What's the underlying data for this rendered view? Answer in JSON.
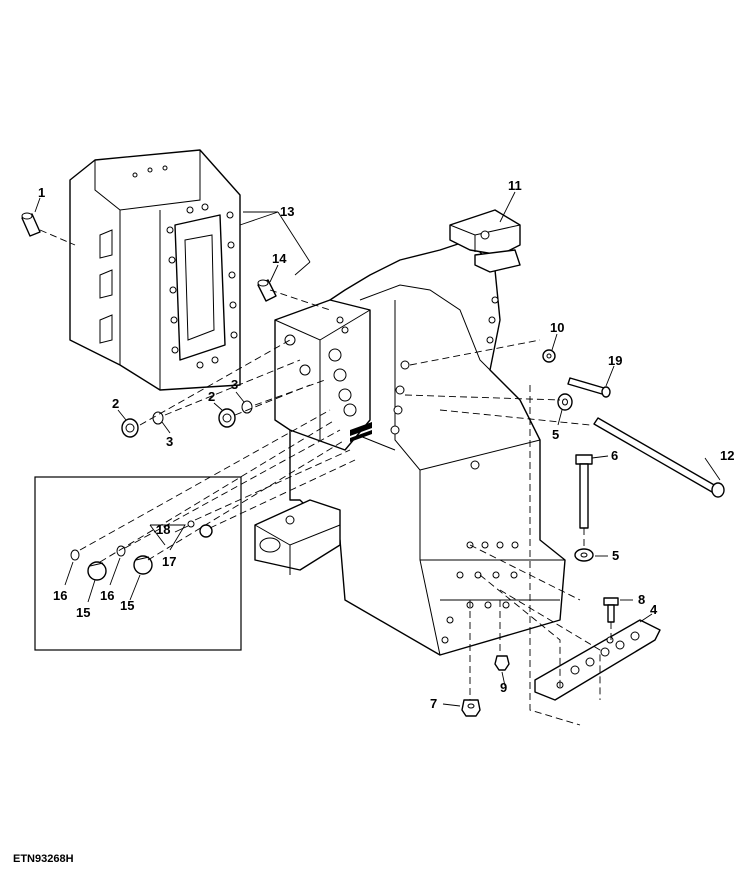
{
  "figure_id": "ETN93268H",
  "callouts": {
    "c1": "1",
    "c2a": "2",
    "c2b": "2",
    "c3a": "3",
    "c3b": "3",
    "c4": "4",
    "c5a": "5",
    "c5b": "5",
    "c6": "6",
    "c7": "7",
    "c8": "8",
    "c9": "9",
    "c10": "10",
    "c11": "11",
    "c12": "12",
    "c13": "13",
    "c14": "14",
    "c15a": "15",
    "c15b": "15",
    "c16a": "16",
    "c16b": "16",
    "c17": "17",
    "c18": "18",
    "c19": "19"
  }
}
